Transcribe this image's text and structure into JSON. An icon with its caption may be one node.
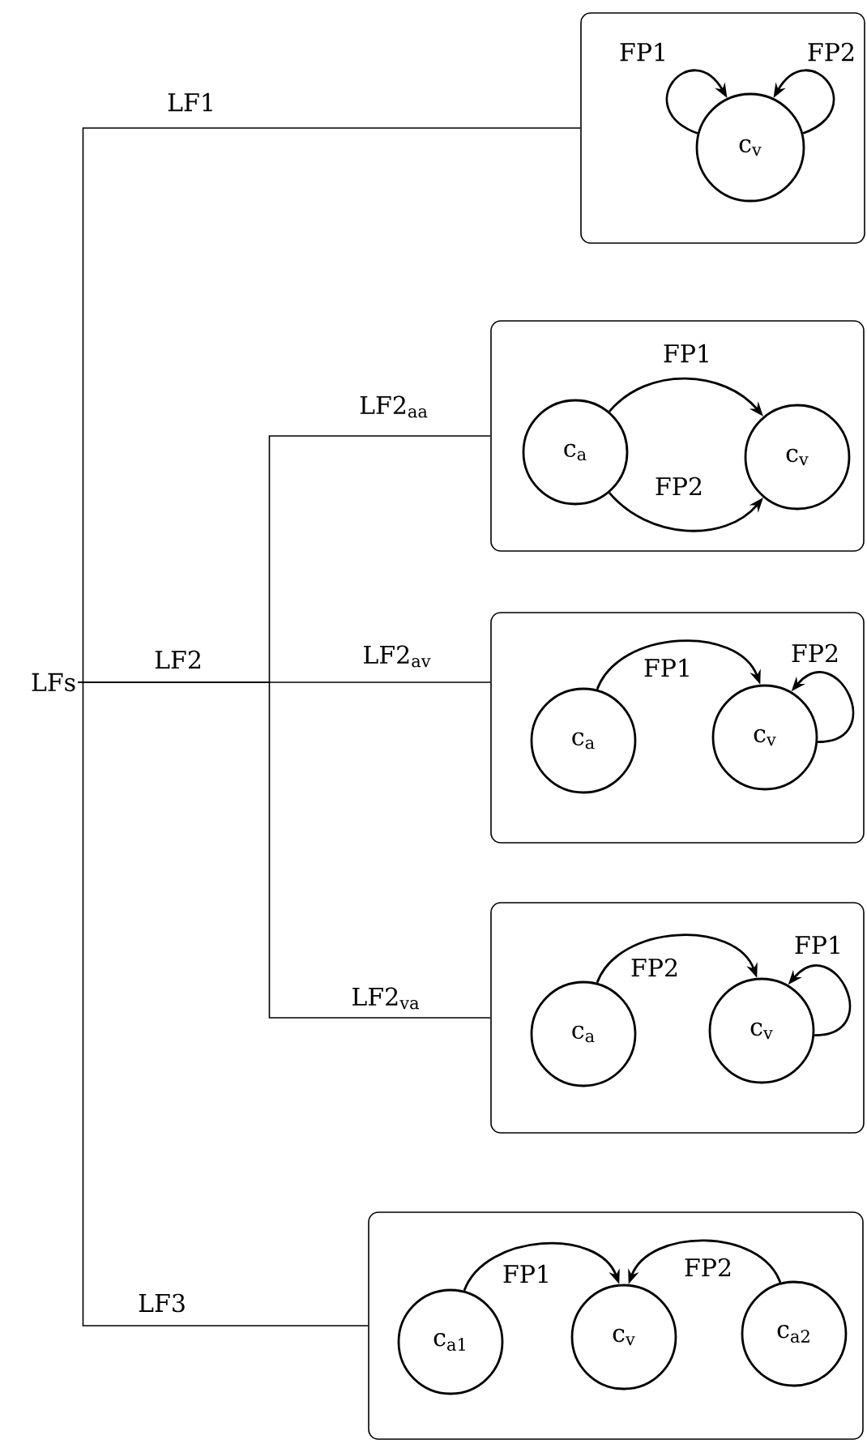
{
  "diagram": {
    "nodes": [
      {
        "text": [
          "LFs"
        ]
      },
      {
        "text": [],
        "shape": "box"
      },
      {
        "text": [
          "c$_{v}$"
        ],
        "in": 1
      },
      {
        "text": [],
        "shape": "box"
      },
      {
        "text": [
          "c$_{a}$"
        ],
        "in": 3
      },
      {
        "text": [
          "c$_{v}$"
        ],
        "in": 3
      },
      {
        "text": [],
        "shape": "box"
      },
      {
        "text": [
          "c$_{a}$"
        ],
        "in": 6
      },
      {
        "text": [
          "c$_{v}$"
        ],
        "in": 6
      },
      {
        "text": [],
        "shape": "box"
      },
      {
        "text": [
          "c$_{a}$"
        ],
        "in": 9
      },
      {
        "text": [
          "c$_{v}$"
        ],
        "in": 9
      },
      {
        "text": [],
        "shape": "box"
      },
      {
        "text": [
          "c$_{a1}$"
        ],
        "in": 12
      },
      {
        "text": [
          "c$_{v}$"
        ],
        "in": 12
      },
      {
        "text": [
          "c$_{a2}$"
        ],
        "in": 12
      }
    ],
    "edges": [
      {
        "from": 0,
        "to": 1,
        "arrow": "none",
        "label": "LF1"
      },
      {
        "from": 0,
        "to": 3,
        "arrow": "none",
        "label": "LF2$_{aa}$"
      },
      {
        "from": 0,
        "to": 6,
        "arrow": "none",
        "label": "LF2$_{av}$"
      },
      {
        "from": 0,
        "to": 9,
        "arrow": "none",
        "label": "LF2$_{va}$"
      },
      {
        "from": 0,
        "to": 12,
        "arrow": "none",
        "label": "LF3"
      },
      {
        "from": 2,
        "to": 2,
        "arrow": "to",
        "label": "FP1"
      },
      {
        "from": 2,
        "to": 2,
        "arrow": "to",
        "label": "FP2"
      },
      {
        "from": 4,
        "to": 5,
        "arrow": "to",
        "label": "FP1"
      },
      {
        "from": 4,
        "to": 5,
        "arrow": "to",
        "label": "FP2"
      },
      {
        "from": 7,
        "to": 8,
        "arrow": "to",
        "label": "FP1"
      },
      {
        "from": 8,
        "to": 8,
        "arrow": "to",
        "label": "FP2"
      },
      {
        "from": 10,
        "to": 11,
        "arrow": "to",
        "label": "FP2"
      },
      {
        "from": 11,
        "to": 11,
        "arrow": "to",
        "label": "FP1"
      },
      {
        "from": 13,
        "to": 14,
        "arrow": "to",
        "label": "FP1"
      },
      {
        "from": 15,
        "to": 14,
        "arrow": "to",
        "label": "FP2"
      }
    ],
    "labels": [
      "LF2"
    ]
  }
}
